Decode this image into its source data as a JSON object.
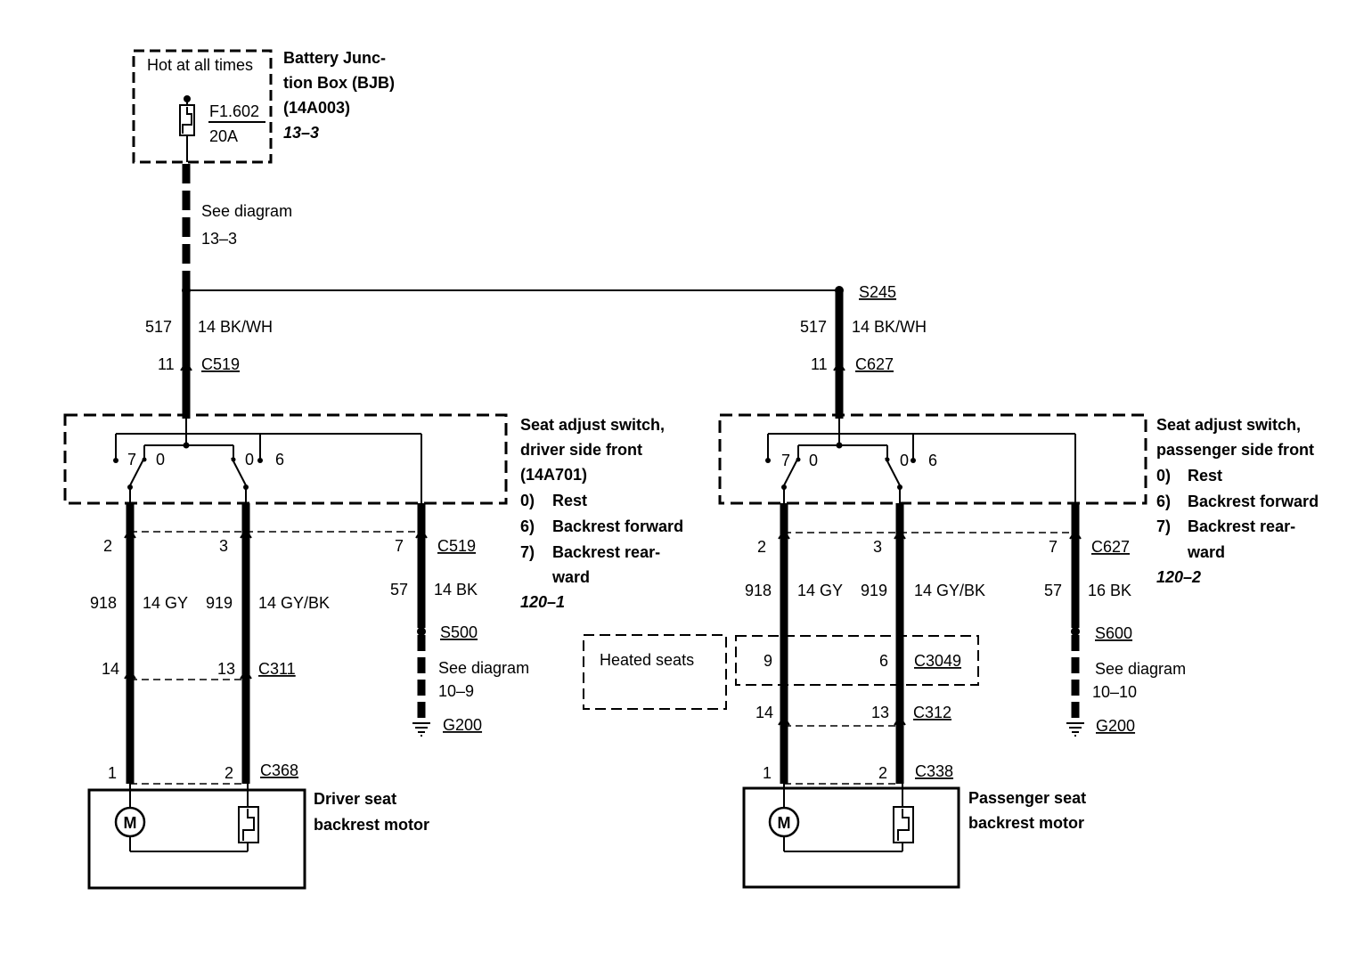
{
  "bjb": {
    "hot_label": "Hot at all times",
    "fuse_id": "F1.602",
    "fuse_rating": "20A",
    "title_line1": "Battery Junc-",
    "title_line2": "tion Box (BJB)",
    "title_line3": "(14A003)",
    "ref": "13–3"
  },
  "feed": {
    "see_diagram": "See diagram",
    "see_ref": "13–3"
  },
  "splice_top": "S245",
  "driver": {
    "circuit": "517",
    "wire": "14 BK/WH",
    "pin": "11",
    "connector": "C519",
    "switch_title1": "Seat adjust switch,",
    "switch_title2": "driver side front",
    "switch_title3": "(14A701)",
    "modes": [
      {
        "num": "0)",
        "label": "Rest"
      },
      {
        "num": "6)",
        "label": "Backrest forward"
      },
      {
        "num": "7)",
        "label": "Backrest rear-"
      }
    ],
    "mode_cont": "ward",
    "ref": "120–1",
    "switch_pos": [
      "7",
      "0",
      "0",
      "6"
    ],
    "pins_out": [
      "2",
      "3",
      "7"
    ],
    "out_conn": "C519",
    "wires": [
      {
        "circuit": "918",
        "size": "14 GY"
      },
      {
        "circuit": "919",
        "size": "14 GY/BK"
      },
      {
        "circuit": "57",
        "size": "14 BK"
      }
    ],
    "splice": "S500",
    "ground_see": "See diagram",
    "ground_ref": "10–9",
    "ground": "G200",
    "mid_pins": [
      "14",
      "13"
    ],
    "mid_conn": "C311",
    "motor_pins": [
      "1",
      "2"
    ],
    "motor_conn": "C368",
    "motor_title1": "Driver seat",
    "motor_title2": "backrest motor",
    "motor_symbol": "M"
  },
  "passenger": {
    "circuit": "517",
    "wire": "14 BK/WH",
    "pin": "11",
    "connector": "C627",
    "switch_title1": "Seat adjust switch,",
    "switch_title2": "passenger side front",
    "modes": [
      {
        "num": "0)",
        "label": "Rest"
      },
      {
        "num": "6)",
        "label": "Backrest forward"
      },
      {
        "num": "7)",
        "label": "Backrest rear-"
      }
    ],
    "mode_cont": "ward",
    "ref": "120–2",
    "switch_pos": [
      "7",
      "0",
      "0",
      "6"
    ],
    "pins_out": [
      "2",
      "3",
      "7"
    ],
    "out_conn": "C627",
    "wires": [
      {
        "circuit": "918",
        "size": "14 GY"
      },
      {
        "circuit": "919",
        "size": "14 GY/BK"
      },
      {
        "circuit": "57",
        "size": "16 BK"
      }
    ],
    "splice": "S600",
    "ground_see": "See diagram",
    "ground_ref": "10–10",
    "ground": "G200",
    "heated_label": "Heated seats",
    "heated_pins": [
      "9",
      "6"
    ],
    "heated_conn": "C3049",
    "mid_pins": [
      "14",
      "13"
    ],
    "mid_conn": "C312",
    "motor_pins": [
      "1",
      "2"
    ],
    "motor_conn": "C338",
    "motor_title1": "Passenger seat",
    "motor_title2": "backrest motor",
    "motor_symbol": "M"
  }
}
